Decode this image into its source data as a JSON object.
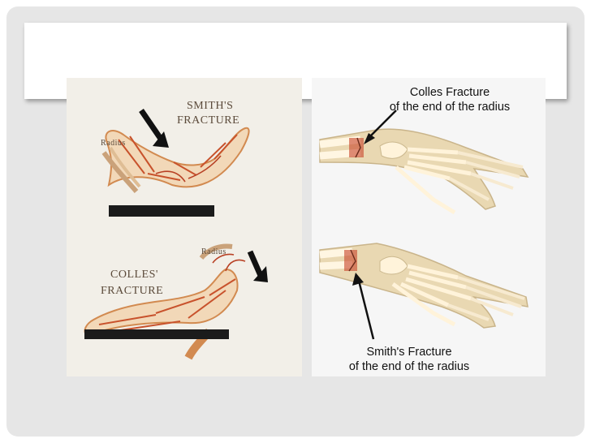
{
  "slide": {
    "title": ""
  },
  "left_panel": {
    "smith_label_line1": "SMITH'S",
    "smith_label_line2": "FRACTURE",
    "radius_label_top": "Radius",
    "colles_label_line1": "COLLES'",
    "colles_label_line2": "FRACTURE",
    "radius_label_bottom": "Radius"
  },
  "right_panel": {
    "colles_caption_line1": "Colles Fracture",
    "colles_caption_line2": "of the end of the radius",
    "smith_caption_line1": "Smith's Fracture",
    "smith_caption_line2": "of the end of the radius"
  },
  "colors": {
    "slide_bg": "#e6e6e6",
    "bone": "#efe2c0",
    "fracture_red": "#c8452a",
    "arm_orange": "#d9904f"
  }
}
